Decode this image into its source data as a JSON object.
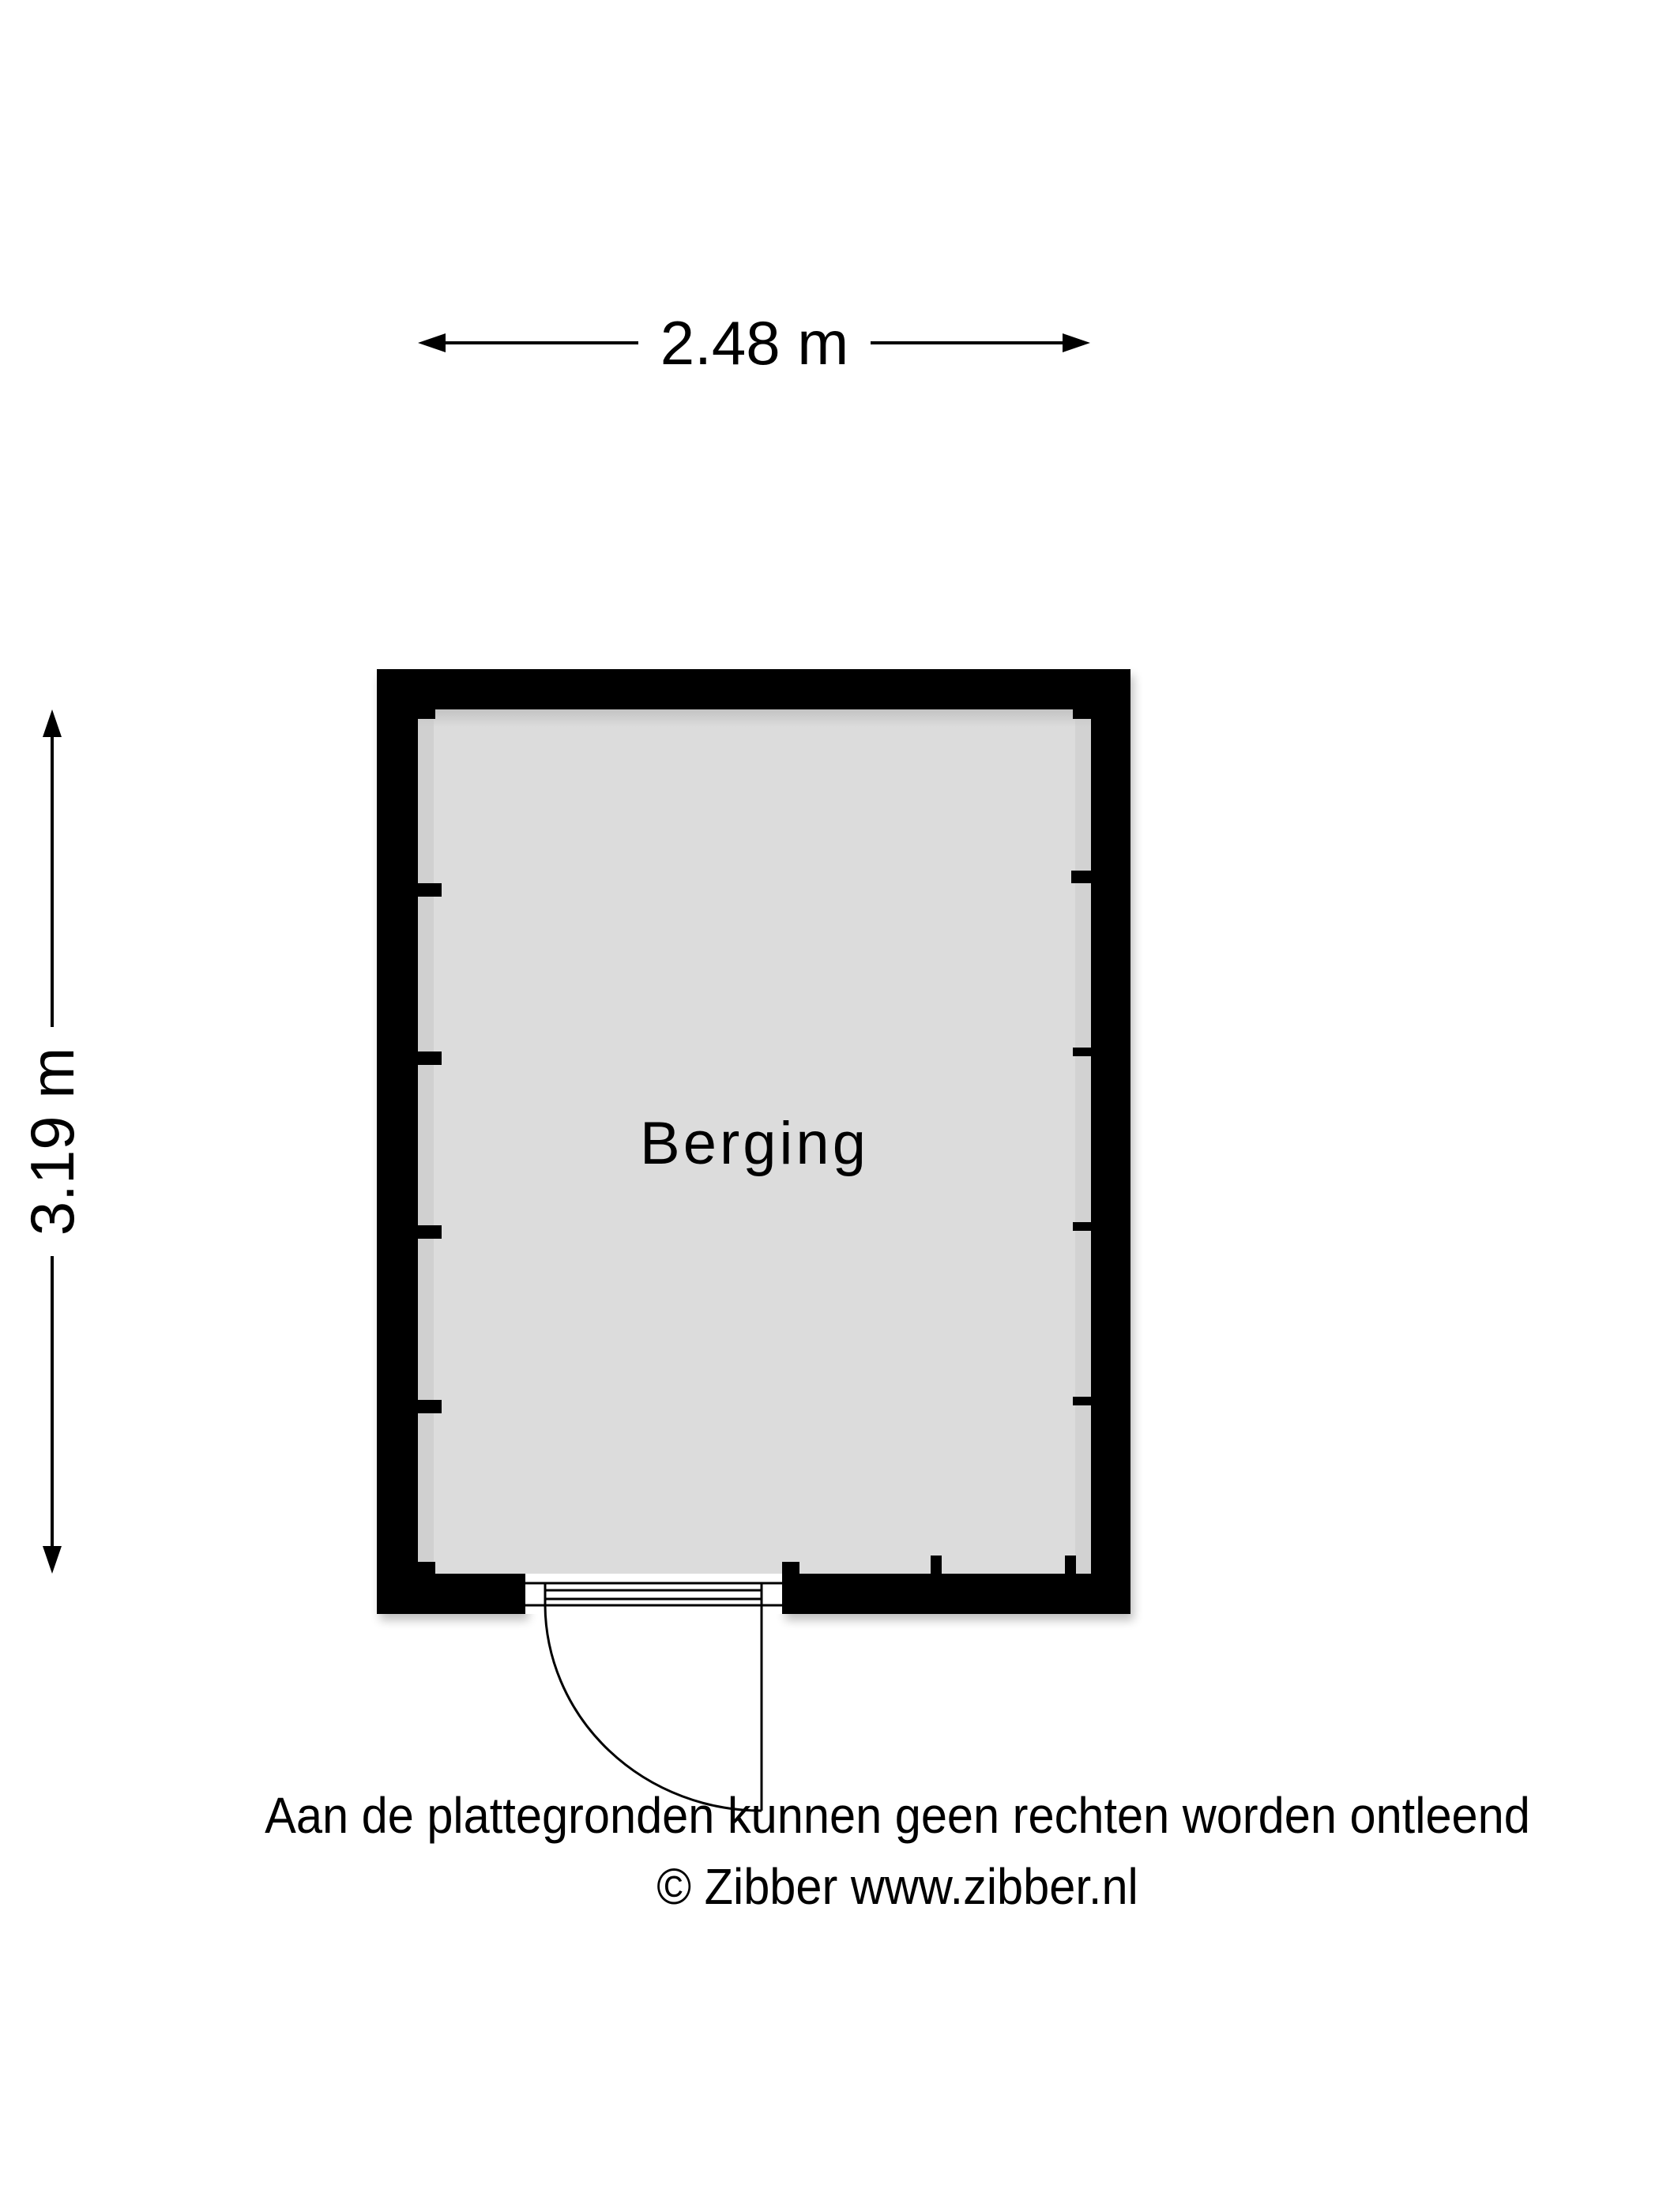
{
  "dimensions": {
    "width_label": "2.48 m",
    "height_label": "3.19 m"
  },
  "room": {
    "name": "Berging",
    "fill_color": "#dcdcdc",
    "wall_color": "#000000"
  },
  "footer": {
    "disclaimer": "Aan de plattegronden kunnen geen rechten worden ontleend",
    "copyright": "© Zibber www.zibber.nl"
  }
}
